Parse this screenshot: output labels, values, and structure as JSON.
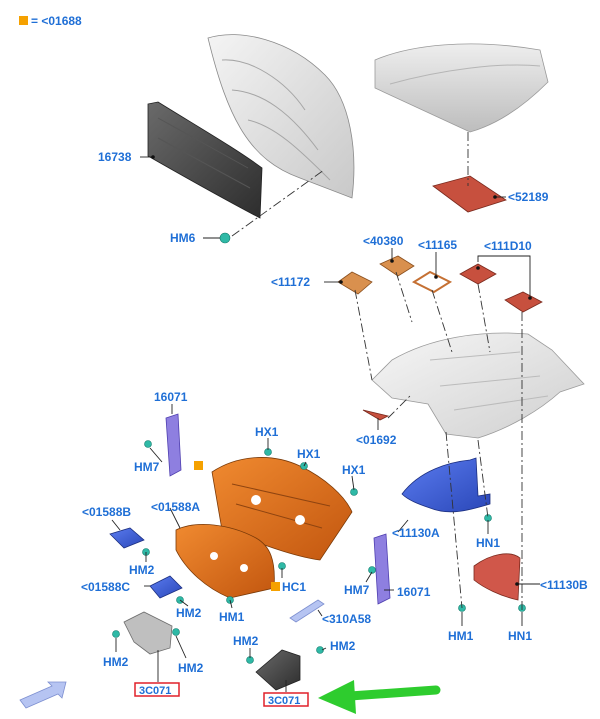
{
  "legend": {
    "text": "= <01688",
    "color": "#f5a100"
  },
  "colors": {
    "label": "#1f6fd6",
    "orange_part": "#e0701c",
    "pad_tan": "#d9904e",
    "pad_red": "#c7503e",
    "blue_part": "#3a5fd0",
    "lilac_part": "#8e7fe0",
    "callout_box": "#e0202a",
    "arrow_green": "#2ecc2e"
  },
  "labels": {
    "hood_insulator": "16738",
    "hm6": "HM6",
    "roof_pad": "<52189",
    "pad_40380": "<40380",
    "pad_11165": "<11165",
    "pad_111d10": "<111D10",
    "pad_11172": "<11172",
    "clip_01692": "<01692",
    "strip_16071_left": "16071",
    "hm7_left": "HM7",
    "hx1_a": "HX1",
    "hx1_b": "HX1",
    "hx1_c": "HX1",
    "panel_01588b": "<01588B",
    "panel_01588a": "<01588A",
    "hm2_a": "HM2",
    "panel_01588c": "<01588C",
    "hm2_b": "HM2",
    "hm1_left": "HM1",
    "hc1": "HC1",
    "hm7_right": "HM7",
    "strip_16071_right": "16071",
    "part_11130a": "<11130A",
    "hn1_a": "HN1",
    "part_11130b": "<11130B",
    "part_310a58": "<310A58",
    "hm1_right": "HM1",
    "hn1_b": "HN1",
    "hm2_c": "HM2",
    "hm2_d": "HM2",
    "hm2_e": "HM2",
    "hm2_f": "HM2",
    "callout_left": "3C071",
    "callout_right": "3C071"
  }
}
